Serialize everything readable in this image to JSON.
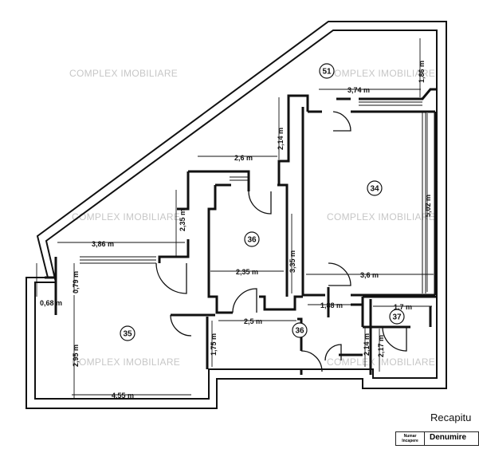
{
  "watermark": "COMPLEX IMOBILIARE",
  "rooms": {
    "r51": "51",
    "r34": "34",
    "r36a": "36",
    "r35": "35",
    "r36b": "36",
    "r37": "37"
  },
  "dimensions": {
    "d_1_86": "1,86 m",
    "d_3_74": "3,74 m",
    "d_2_14_top": "2,14 m",
    "d_2_6": "2,6 m",
    "d_5_02": "5,02 m",
    "d_2_35_v": "2,35 m",
    "d_3_86": "3,86 m",
    "d_3_35": "3,35 m",
    "d_2_35_h": "2,35 m",
    "d_3_6": "3,6 m",
    "d_0_79": "0,79 m",
    "d_0_68": "0,68 m",
    "d_1_88": "1,88 m",
    "d_1_7": "1,7 m",
    "d_2_5": "2,5 m",
    "d_2_95": "2,95 m",
    "d_1_75": "1,75 m",
    "d_2_14_bot": "2,14 m",
    "d_2_17": "2,17 m",
    "d_4_55": "4,55 m"
  },
  "recap": {
    "title": "Recapitu",
    "col_number": "Numar Incapere",
    "col_name": "Denumire"
  }
}
